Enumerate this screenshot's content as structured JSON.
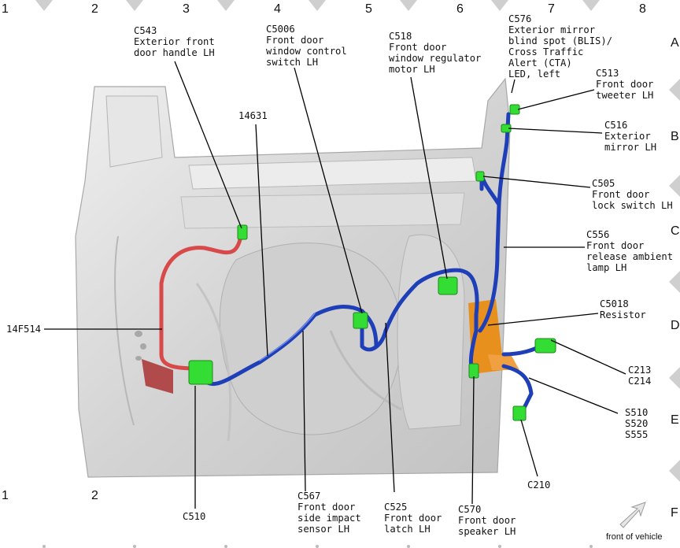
{
  "grid": {
    "columns": [
      "1",
      "2",
      "3",
      "4",
      "5",
      "6",
      "7",
      "8"
    ],
    "rows": [
      "A",
      "B",
      "C",
      "D",
      "E",
      "F"
    ]
  },
  "labels": [
    {
      "id": "c543",
      "lines": [
        "C543",
        "Exterior front",
        "door handle LH"
      ]
    },
    {
      "id": "c5006",
      "lines": [
        "C5006",
        "Front door",
        "window control",
        "switch LH"
      ]
    },
    {
      "id": "c518",
      "lines": [
        "C518",
        "Front door",
        "window regulator",
        "motor LH"
      ]
    },
    {
      "id": "c576",
      "lines": [
        "C576",
        "Exterior mirror",
        "blind spot (BLIS)/",
        "Cross Traffic",
        "Alert (CTA)",
        "LED, left"
      ]
    },
    {
      "id": "c513",
      "lines": [
        "C513",
        "Front door",
        "tweeter LH"
      ]
    },
    {
      "id": "c516",
      "lines": [
        "C516",
        "Exterior",
        "mirror LH"
      ]
    },
    {
      "id": "c505",
      "lines": [
        "C505",
        "Front door",
        "lock switch LH"
      ]
    },
    {
      "id": "c556",
      "lines": [
        "C556",
        "Front door",
        "release ambient",
        "lamp LH"
      ]
    },
    {
      "id": "c5018",
      "lines": [
        "C5018",
        "Resistor"
      ]
    },
    {
      "id": "c213",
      "lines": [
        "C213",
        "C214"
      ]
    },
    {
      "id": "s510",
      "lines": [
        "S510",
        "S520",
        "S555"
      ]
    },
    {
      "id": "c210",
      "lines": [
        "C210"
      ]
    },
    {
      "id": "c570",
      "lines": [
        "C570",
        "Front door",
        "speaker LH"
      ]
    },
    {
      "id": "c525",
      "lines": [
        "C525",
        "Front door",
        "latch LH"
      ]
    },
    {
      "id": "c567",
      "lines": [
        "C567",
        "Front door",
        "side impact",
        "sensor LH"
      ]
    },
    {
      "id": "c510",
      "lines": [
        "C510"
      ]
    },
    {
      "id": "h14f514",
      "lines": [
        "14F514"
      ]
    },
    {
      "id": "h14631",
      "lines": [
        "14631"
      ]
    }
  ],
  "front_of_vehicle": "front of vehicle",
  "colors": {
    "harness_main": "#1e3fb8",
    "harness_branch": "#d84a4a",
    "connector": "#33dd33",
    "door_panel": "#d9d9d9",
    "resistor": "#e8901e"
  }
}
